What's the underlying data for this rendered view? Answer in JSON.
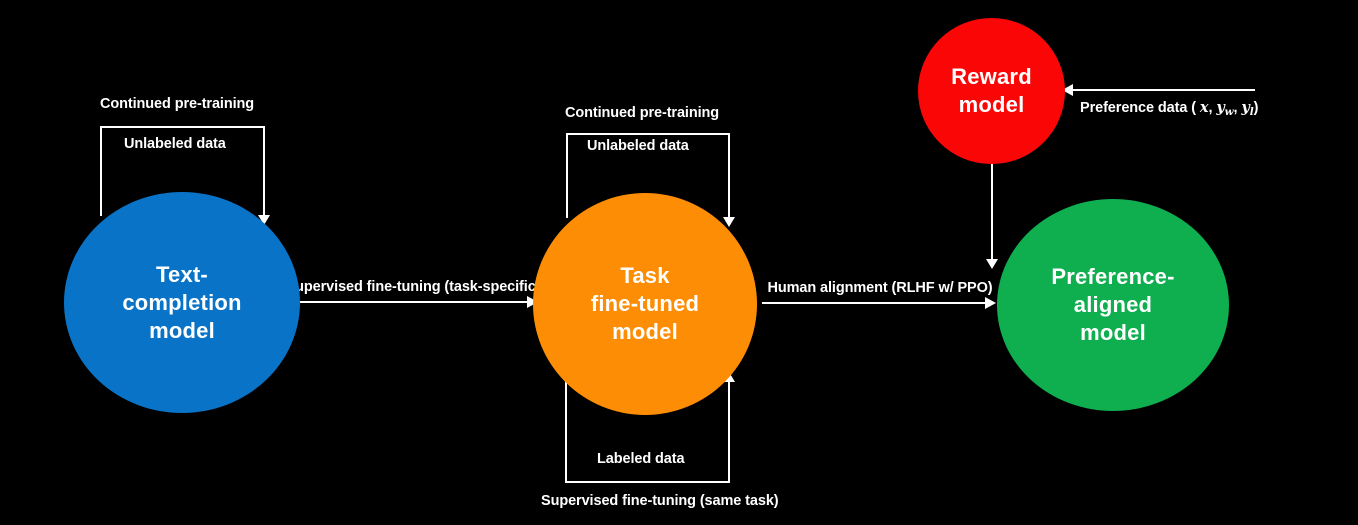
{
  "colors": {
    "background": "#000000",
    "line": "#ffffff",
    "text": "#ffffff",
    "node_blue": "#0973c8",
    "node_orange": "#fc8d05",
    "node_green": "#0fae4f",
    "node_red": "#fa0606"
  },
  "nodes": {
    "text_completion_model": {
      "lines": [
        "Text-",
        "completion",
        "model"
      ]
    },
    "task_fine_tuned_model": {
      "lines": [
        "Task",
        "fine-tuned",
        "model"
      ]
    },
    "preference_aligned_model": {
      "lines": [
        "Preference-",
        "aligned",
        "model"
      ]
    },
    "reward_model": {
      "lines": [
        "Reward",
        "model"
      ]
    }
  },
  "edges": {
    "pretrain_left": {
      "label": "Continued pre-training",
      "sublabel": "Unlabeled data"
    },
    "pretrain_mid": {
      "label": "Continued pre-training",
      "sublabel": "Unlabeled data"
    },
    "sft_task_specific": {
      "label": "Supervised fine-tuning (task-specific)"
    },
    "human_alignment": {
      "label": "Human alignment (RLHF w/ PPO)"
    },
    "sft_same_task": {
      "label": "Supervised fine-tuning (same task)",
      "sublabel": "Labeled data"
    },
    "preference_data": {
      "prefix": "Preference data ( ",
      "var_x": "x",
      "sep1": ", ",
      "var_y1": "y",
      "sub_w": "w",
      "sep2": ", ",
      "var_y2": "y",
      "sub_l": "l",
      "suffix": ")"
    }
  }
}
